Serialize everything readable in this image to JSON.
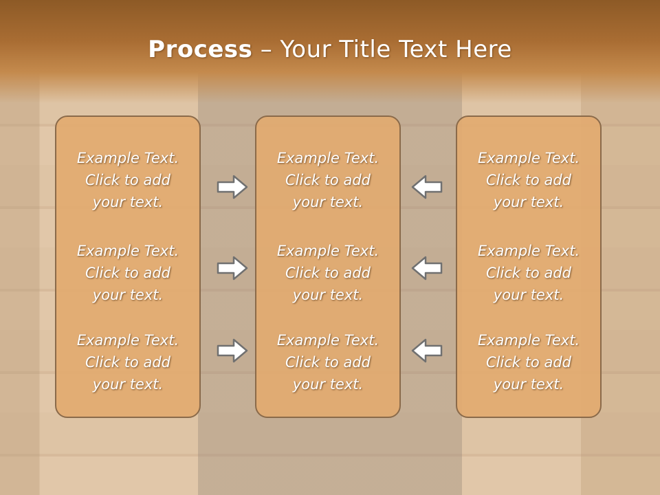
{
  "slide": {
    "title_bold": "Process",
    "title_dash": "–",
    "title_rest": "Your Title Text Here"
  },
  "columns": [
    {
      "items": [
        {
          "line1": "Example Text.",
          "line2": "Click  to add",
          "line3": "your text."
        },
        {
          "line1": "Example Text.",
          "line2": "Click  to add",
          "line3": "your text."
        },
        {
          "line1": "Example Text.",
          "line2": "Click  to add",
          "line3": "your text."
        }
      ]
    },
    {
      "items": [
        {
          "line1": "Example Text.",
          "line2": "Click  to add",
          "line3": "your text."
        },
        {
          "line1": "Example Text.",
          "line2": "Click  to add",
          "line3": "your text."
        },
        {
          "line1": "Example Text.",
          "line2": "Click  to add",
          "line3": "your text."
        }
      ]
    },
    {
      "items": [
        {
          "line1": "Example Text.",
          "line2": "Click  to add",
          "line3": "your text."
        },
        {
          "line1": "Example Text.",
          "line2": "Click  to add",
          "line3": "your text."
        },
        {
          "line1": "Example Text.",
          "line2": "Click  to add",
          "line3": "your text."
        }
      ]
    }
  ],
  "arrows": {
    "left_group_direction": "right",
    "right_group_direction": "left",
    "icon": "outline-arrow-icon"
  },
  "colors": {
    "title_bar": "#a96d33",
    "box_fill": "#e2aa70",
    "box_border": "#8a6a4a",
    "arrow_fill": "#ffffff",
    "arrow_stroke": "#707070"
  }
}
